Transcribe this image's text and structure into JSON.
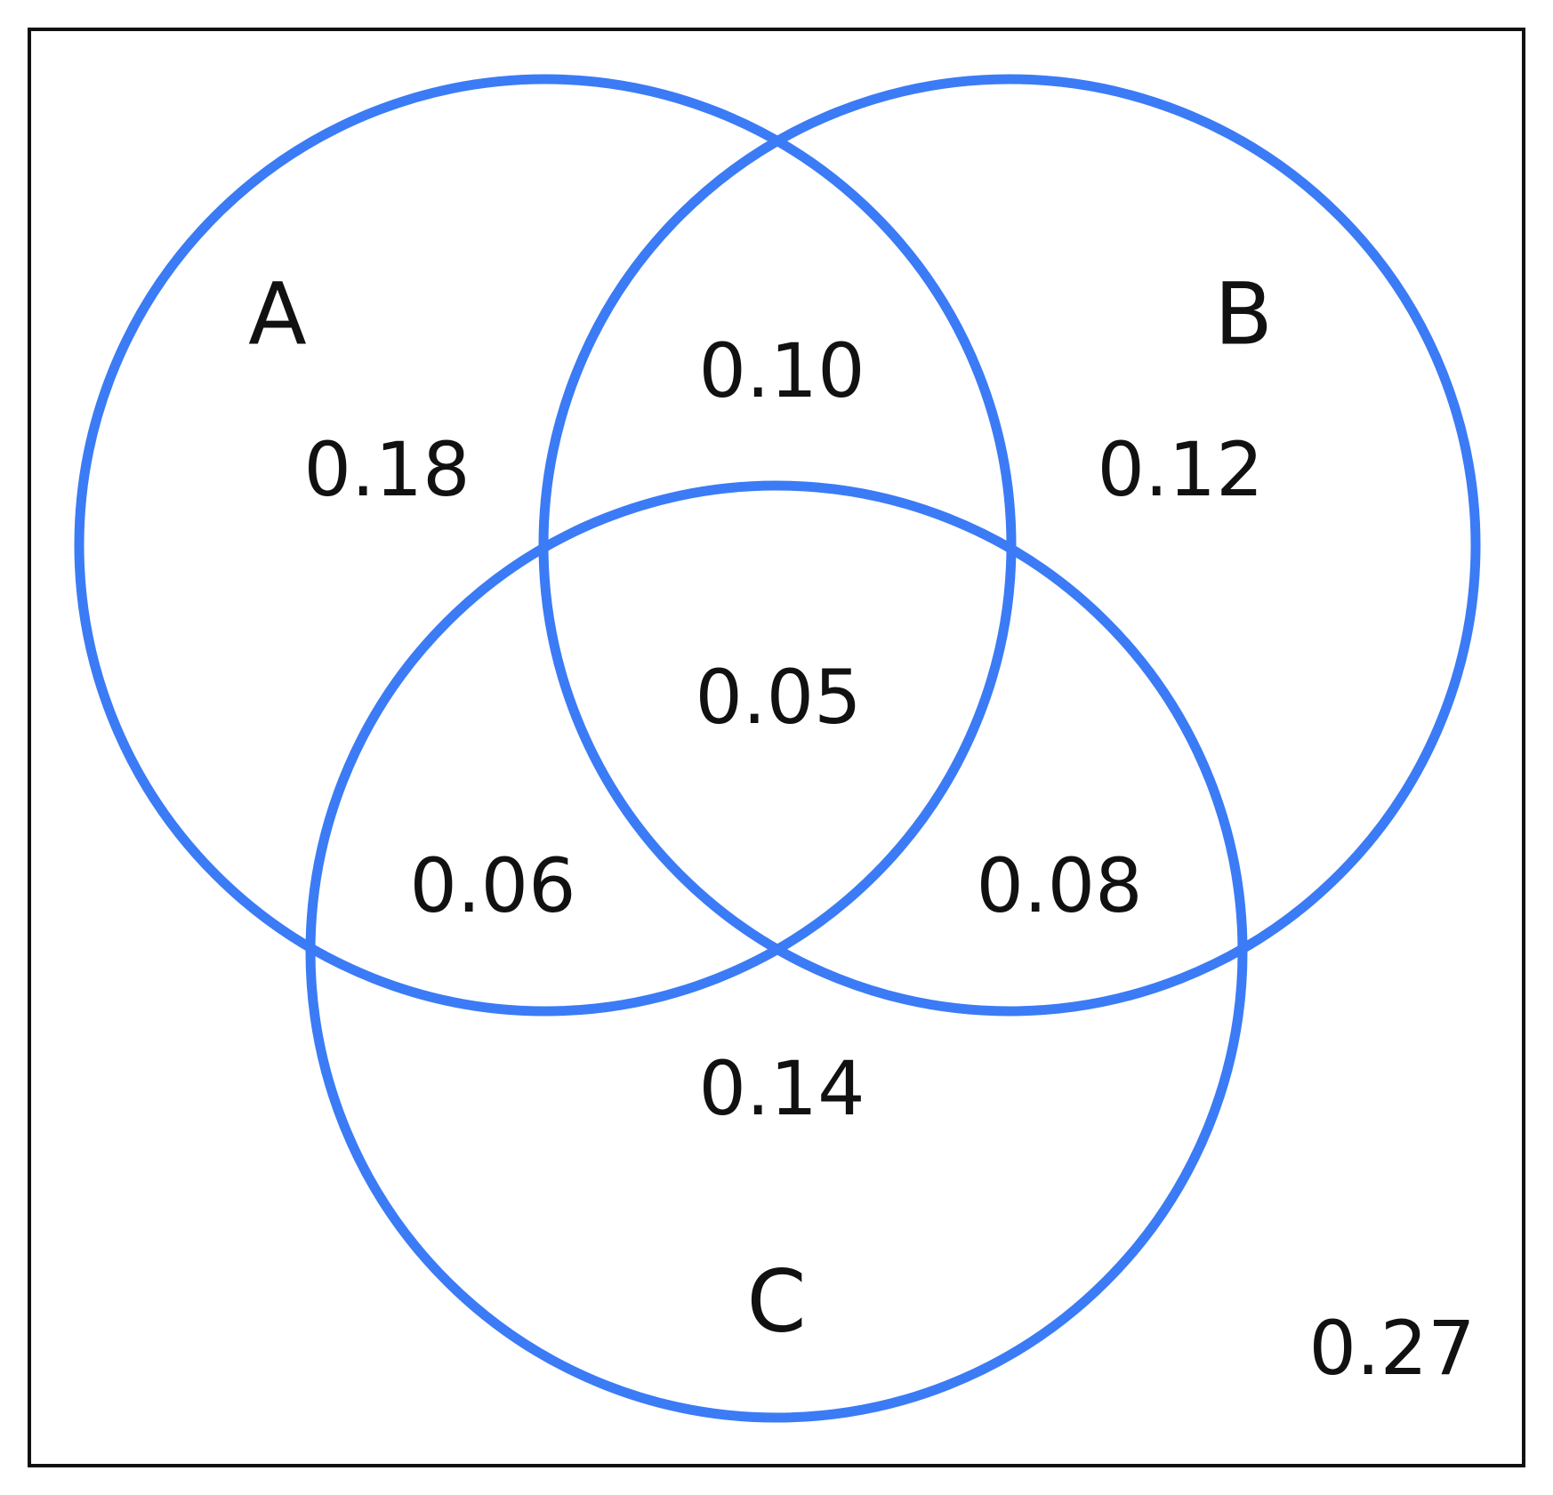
{
  "colors": {
    "circle_stroke": "#3b7bf6",
    "frame_stroke": "#111111",
    "text": "#111111"
  },
  "sets": {
    "a": "A",
    "b": "B",
    "c": "C"
  },
  "regions": {
    "a_only": "0.18",
    "b_only": "0.12",
    "c_only": "0.14",
    "ab_only": "0.10",
    "ac_only": "0.06",
    "bc_only": "0.08",
    "abc": "0.05",
    "outside": "0.27"
  }
}
